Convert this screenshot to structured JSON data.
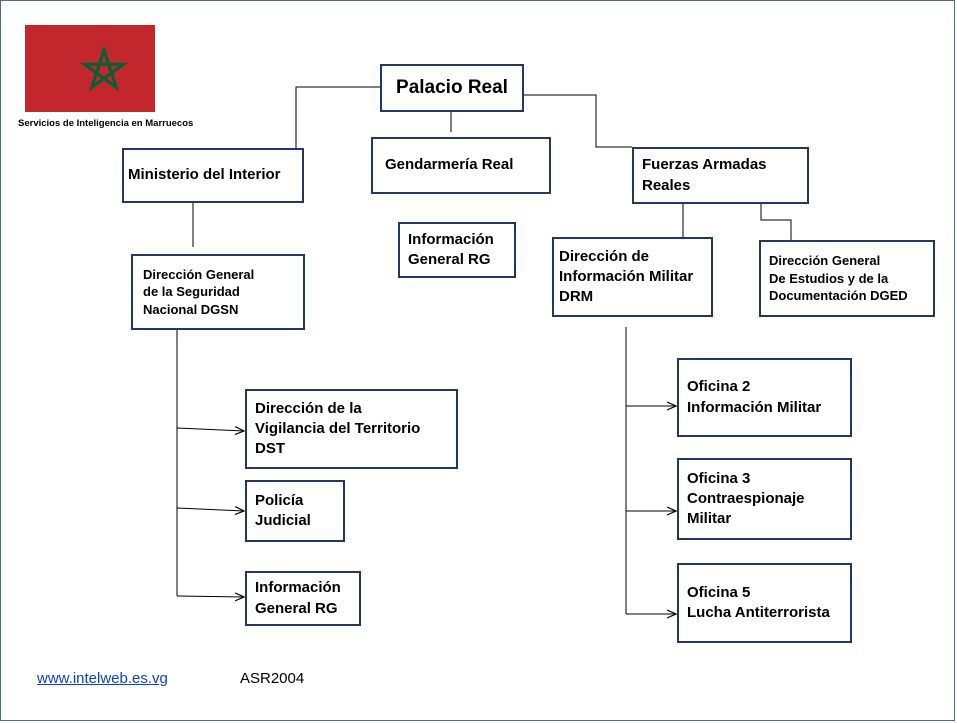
{
  "caption": "Servicios de Inteligencia en Marruecos",
  "colors": {
    "box_border": "#1f3864",
    "flag_red": "#c1272d",
    "flag_star": "#006233",
    "link": "#0b3fd6"
  },
  "nodes": {
    "palacio_real": "Palacio Real",
    "ministerio_interior": "Ministerio del Interior",
    "gendarmeria_real": "Gendarmería Real",
    "fuerzas_armadas": "Fuerzas Armadas\nReales",
    "informacion_general_gendarmeria": "Información\nGeneral  RG",
    "dgsn": "Dirección General\nde la Seguridad\nNacional DGSN",
    "drm": "Dirección de\nInformación Militar\n DRM",
    "dged": "Dirección General\nDe Estudios y de la\nDocumentación DGED",
    "dst": "Dirección de la\nVigilancia del Territorio\nDST",
    "policia_judicial": "Policía\nJudicial",
    "informacion_general_dgsn": "Información\nGeneral  RG",
    "oficina2": "Oficina 2\nInformación Militar",
    "oficina3": "Oficina 3\nContraespionaje\nMilitar",
    "oficina5": "Oficina 5\nLucha Antiterrorista"
  },
  "footer": {
    "link": "www.intelweb.es.vg",
    "text": "ASR2004"
  },
  "icons": {
    "flag": "morocco-flag-icon",
    "star": "pentagram-icon",
    "arrow": "arrow-right-icon"
  }
}
